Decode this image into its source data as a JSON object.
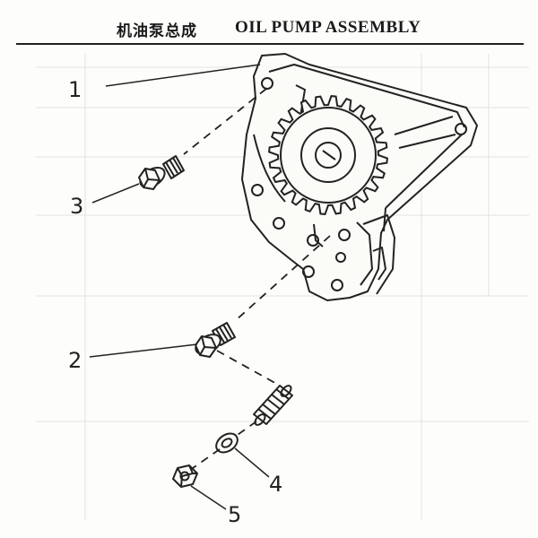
{
  "title": {
    "chinese": "机油泵总成",
    "english": "OIL PUMP ASSEMBLY"
  },
  "callouts": [
    {
      "number": "1",
      "part": "oil-pump-body"
    },
    {
      "number": "2",
      "part": "flange-bolt-long"
    },
    {
      "number": "3",
      "part": "flange-bolt-short"
    },
    {
      "number": "4",
      "part": "washer"
    },
    {
      "number": "5",
      "part": "hex-nut"
    }
  ]
}
